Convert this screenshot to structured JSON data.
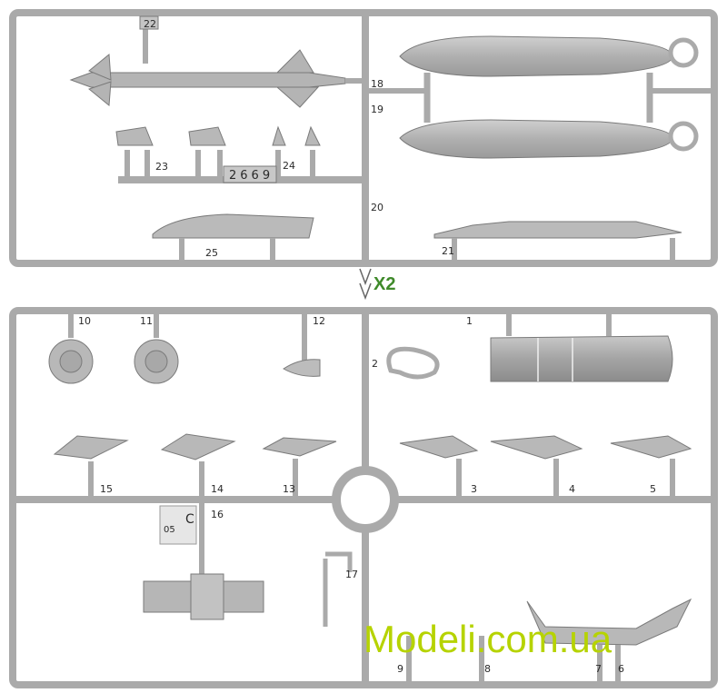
{
  "image": {
    "subject": "model kit sprue (parts frame)",
    "colors": {
      "plastic": "#b4b4b4",
      "outline": "#7a7a7a",
      "background": "#ffffff",
      "watermark": "#b6d300",
      "x2": "#3f8a2a"
    }
  },
  "multiplier_label": "X2",
  "watermark": "Modeli.com.ua",
  "sprue_code": "2669",
  "recycle_mark": "05",
  "upper_sprue": {
    "part_numbers": [
      "22",
      "18",
      "19",
      "23",
      "24",
      "20",
      "25",
      "21"
    ]
  },
  "lower_sprue": {
    "part_numbers": [
      "10",
      "11",
      "12",
      "1",
      "2",
      "15",
      "14",
      "13",
      "3",
      "4",
      "5",
      "16",
      "17",
      "9",
      "8",
      "7",
      "6"
    ],
    "mold_letter": "C"
  }
}
